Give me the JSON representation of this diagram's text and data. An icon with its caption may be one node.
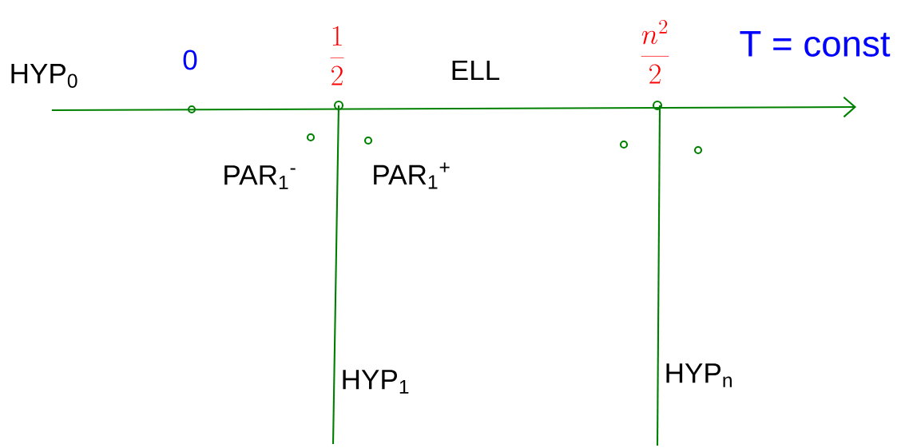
{
  "diagram": {
    "labels": [
      "HYP$_{0}$",
      "0",
      "\\frac{1}{2}",
      "ELL",
      "\\frac{n^{2}}{2}",
      "T = const",
      "PAR$_{1}$$^{-}$",
      "PAR$_{1}$$^{+}$",
      "HYP$_{1}$",
      "HYP$_{n}$"
    ]
  }
}
